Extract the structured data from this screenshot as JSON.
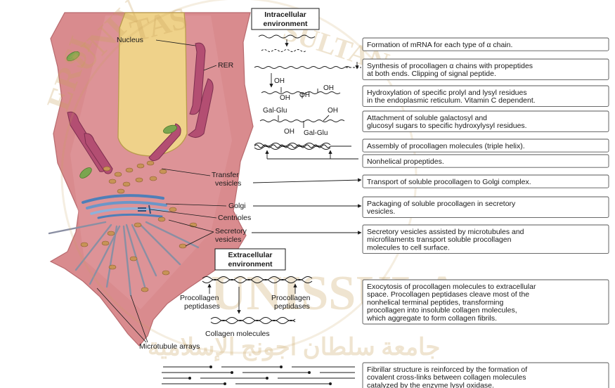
{
  "headers": {
    "intracellular": [
      "Intracellular",
      "environment"
    ],
    "extracellular": [
      "Extracellular",
      "environment"
    ]
  },
  "cell_labels": {
    "nucleus": "Nucleus",
    "rer": "RER",
    "transfer_vesicles": [
      "Transfer",
      "vesicles"
    ],
    "golgi": "Golgi",
    "centrioles": "Centrioles",
    "secretory_vesicles": [
      "Secretory",
      "vesicles"
    ],
    "microtubule_arrays": "Microtubule arrays"
  },
  "chem_labels": {
    "oh": "OH",
    "gal_glu": "Gal-Glu",
    "procollagen_peptidases": [
      "Procollagen",
      "peptidases"
    ],
    "collagen_molecules": "Collagen molecules"
  },
  "steps": [
    {
      "id": "mrna",
      "lines": [
        "Formation of mRNA for each type of α chain."
      ]
    },
    {
      "id": "synthesis",
      "lines": [
        "Synthesis of procollagen α chains with propeptides",
        "at both ends. Clipping of signal peptide."
      ]
    },
    {
      "id": "hydroxylation",
      "lines": [
        "Hydroxylation of specific prolyl and lysyl residues",
        "in the endoplasmic reticulum. Vitamin C dependent."
      ]
    },
    {
      "id": "attachment",
      "lines": [
        "Attachment of soluble galactosyl and",
        "glucosyl sugars to specific hydroxylysyl residues."
      ]
    },
    {
      "id": "assembly",
      "lines": [
        "Assembly of procollagen molecules (triple helix)."
      ]
    },
    {
      "id": "nonhelical",
      "lines": [
        "Nonhelical propeptides."
      ]
    },
    {
      "id": "transport",
      "lines": [
        "Transport of soluble procollagen to Golgi complex."
      ]
    },
    {
      "id": "packaging",
      "lines": [
        "Packaging of soluble procollagen in secretory",
        "vesicles."
      ]
    },
    {
      "id": "secretory",
      "lines": [
        "Secretory vesicles assisted by microtubules and",
        "microfilaments transport soluble procollagen",
        "molecules to cell surface."
      ]
    },
    {
      "id": "exocytosis",
      "lines": [
        "Exocytosis of procollagen molecules to extracellular",
        "space. Procollagen peptidases cleave most of the",
        "nonhelical terminal peptides, transforming",
        "procollagen into insoluble collagen molecules,",
        "which aggregate to form collagen fibrils."
      ]
    },
    {
      "id": "fibrillar",
      "lines": [
        "Fibrillar structure is reinforced by the formation of",
        "covalent cross-links between collagen molecules",
        "catalyzed by the enzyme lysyl oxidase."
      ]
    }
  ],
  "watermark": {
    "arc": "UNIVERSITAS ISLAM SULTAN",
    "center": "UNISSULA",
    "arabic": "جامعة سلطان اجونج الإسلامية"
  },
  "colors": {
    "cell": "#d98b8e",
    "nucleus": "#efd28a",
    "rer": "#b34e72",
    "vesicle": "#c79356",
    "golgi": "#4f7fb8",
    "watermark": "#c9a25a"
  }
}
